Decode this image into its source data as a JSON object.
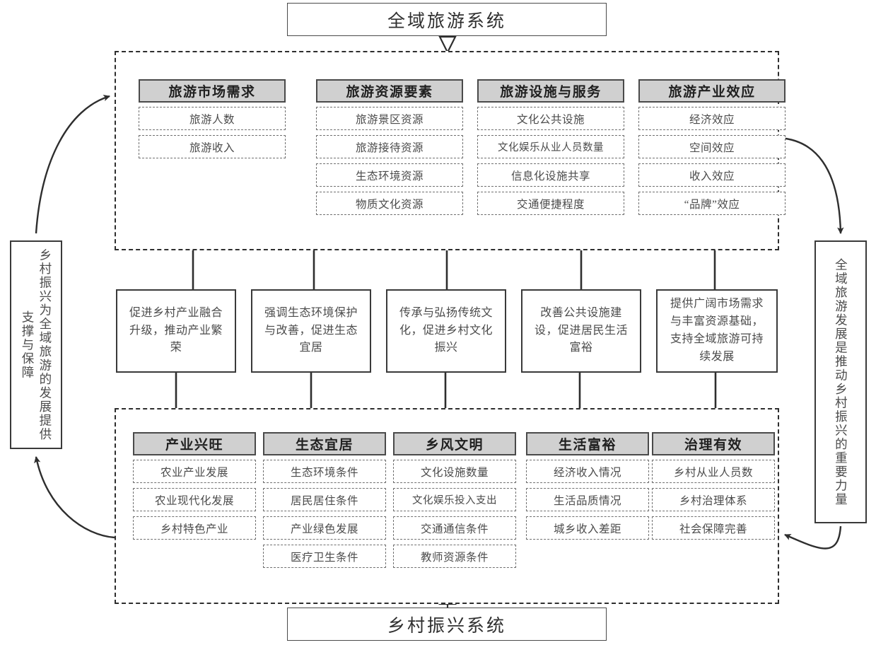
{
  "titles": {
    "top": "全域旅游系统",
    "bottom": "乡村振兴系统"
  },
  "side_captions": {
    "left": "乡村振兴为全域旅游的发展提供支撑与保障",
    "right": "全域旅游发展是推动乡村振兴的重要力量"
  },
  "tourism_system": {
    "columns": [
      {
        "header": "旅游市场需求",
        "items": [
          "旅游人数",
          "旅游收入"
        ]
      },
      {
        "header": "旅游资源要素",
        "items": [
          "旅游景区资源",
          "旅游接待资源",
          "生态环境资源",
          "物质文化资源"
        ]
      },
      {
        "header": "旅游设施与服务",
        "items": [
          "文化公共设施",
          "文化娱乐从业人员数量",
          "信息化设施共享",
          "交通便捷程度"
        ]
      },
      {
        "header": "旅游产业效应",
        "items": [
          "经济效应",
          "空间效应",
          "收入效应",
          "“品牌”效应"
        ]
      }
    ]
  },
  "middle_boxes": [
    "促进乡村产业融合升级，推动产业繁荣",
    "强调生态环境保护与改善，促进生态宜居",
    "传承与弘扬传统文化，促进乡村文化振兴",
    "改善公共设施建设，促进居民生活富裕",
    "提供广阔市场需求与丰富资源基础，支持全域旅游可持续发展"
  ],
  "village_system": {
    "columns": [
      {
        "header": "产业兴旺",
        "items": [
          "农业产业发展",
          "农业现代化发展",
          "乡村特色产业"
        ]
      },
      {
        "header": "生态宜居",
        "items": [
          "生态环境条件",
          "居民居住条件",
          "产业绿色发展",
          "医疗卫生条件"
        ]
      },
      {
        "header": "乡风文明",
        "items": [
          "文化设施数量",
          "文化娱乐投入支出",
          "交通通信条件",
          "教师资源条件"
        ]
      },
      {
        "header": "生活富裕",
        "items": [
          "经济收入情况",
          "生活品质情况",
          "城乡收入差距"
        ]
      },
      {
        "header": "治理有效",
        "items": [
          "乡村从业人员数",
          "乡村治理体系",
          "社会保障完善"
        ]
      }
    ]
  },
  "colors": {
    "header_fill": "#d0d0d0",
    "stroke": "#3a3a3a",
    "dashed_stroke": "#707070",
    "text": "#4b4b4b"
  }
}
